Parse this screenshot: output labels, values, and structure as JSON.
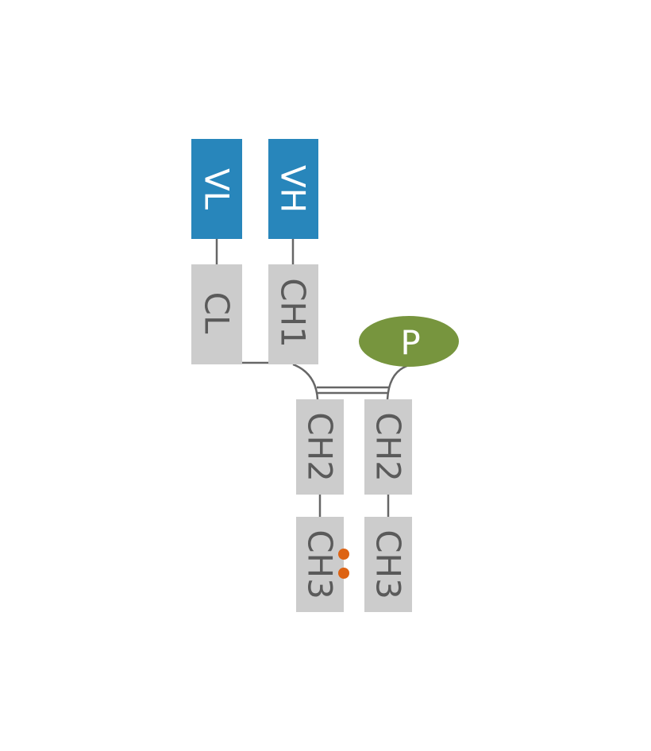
{
  "colors": {
    "variable": "#2886bb",
    "constant": "#cccccc",
    "peptide": "#77953e",
    "linker": "#666666",
    "site": "#dd6313",
    "label_dark": "#5a5a5a",
    "label_light": "#ffffff"
  },
  "domains": {
    "vl": "VL",
    "vh": "VH",
    "cl": "CL",
    "ch1": "CH1",
    "ch2_left": "CH2",
    "ch2_right": "CH2",
    "ch3_left": "CH3",
    "ch3_right": "CH3",
    "peptide": "P"
  }
}
